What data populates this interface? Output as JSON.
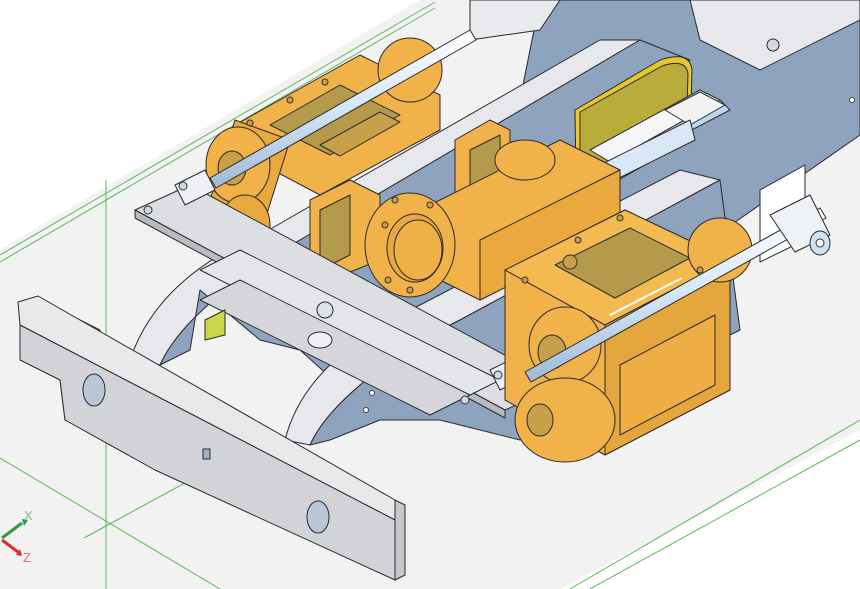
{
  "viewport": {
    "type": "3d-cad-model-view",
    "background": "#ffffff",
    "ground_plane_color": "#f2f2f3",
    "grid_line_color": "#5cb85c"
  },
  "colors": {
    "brass": "#f2b24a",
    "brass_shadow": "#c9a04a",
    "brass_dark": "#b59a4c",
    "frame_blue": "#8ea3bd",
    "frame_edge": "#e6e8ec",
    "steel_grey": "#cfd1d4",
    "rod_blue": "#cfe2f3",
    "olive_plate": "#b8ad3a",
    "yellow_edge": "#e8c630"
  },
  "axis_triad": {
    "x_label": "X",
    "z_label": "Z",
    "x_color": "#2e9a3a",
    "z_color": "#e02a2a"
  },
  "model": {
    "parts": [
      {
        "name": "front-buffer-beam",
        "color": "steel_grey"
      },
      {
        "name": "left-frame-plate",
        "color": "frame_blue"
      },
      {
        "name": "right-frame-plate",
        "color": "frame_blue"
      },
      {
        "name": "left-cylinder",
        "color": "brass"
      },
      {
        "name": "right-cylinder",
        "color": "brass"
      },
      {
        "name": "center-cylinder-block",
        "color": "brass"
      },
      {
        "name": "valve-gear-linkage",
        "color": "steel_grey"
      },
      {
        "name": "piston-rods",
        "color": "rod_blue"
      },
      {
        "name": "rear-motion-plate",
        "color": "olive_plate"
      }
    ]
  }
}
